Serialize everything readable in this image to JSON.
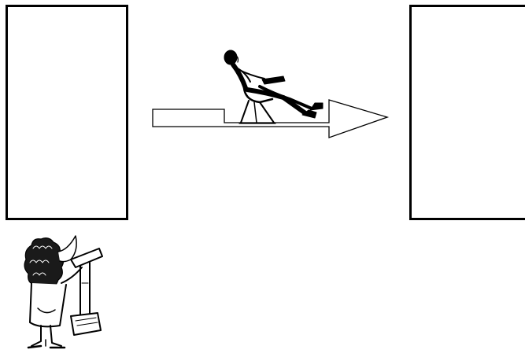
{
  "diagram": {
    "nodes": [
      {
        "id": "left-box",
        "label": ""
      },
      {
        "id": "right-box",
        "label": ""
      }
    ],
    "edges": [
      {
        "from": "left-box",
        "to": "right-box",
        "style": "hollow-arrow"
      }
    ],
    "illustrations": [
      "reclining-person-in-chair",
      "person-standing-at-podium"
    ]
  },
  "colors": {
    "ink": "#000000",
    "background": "#ffffff"
  }
}
